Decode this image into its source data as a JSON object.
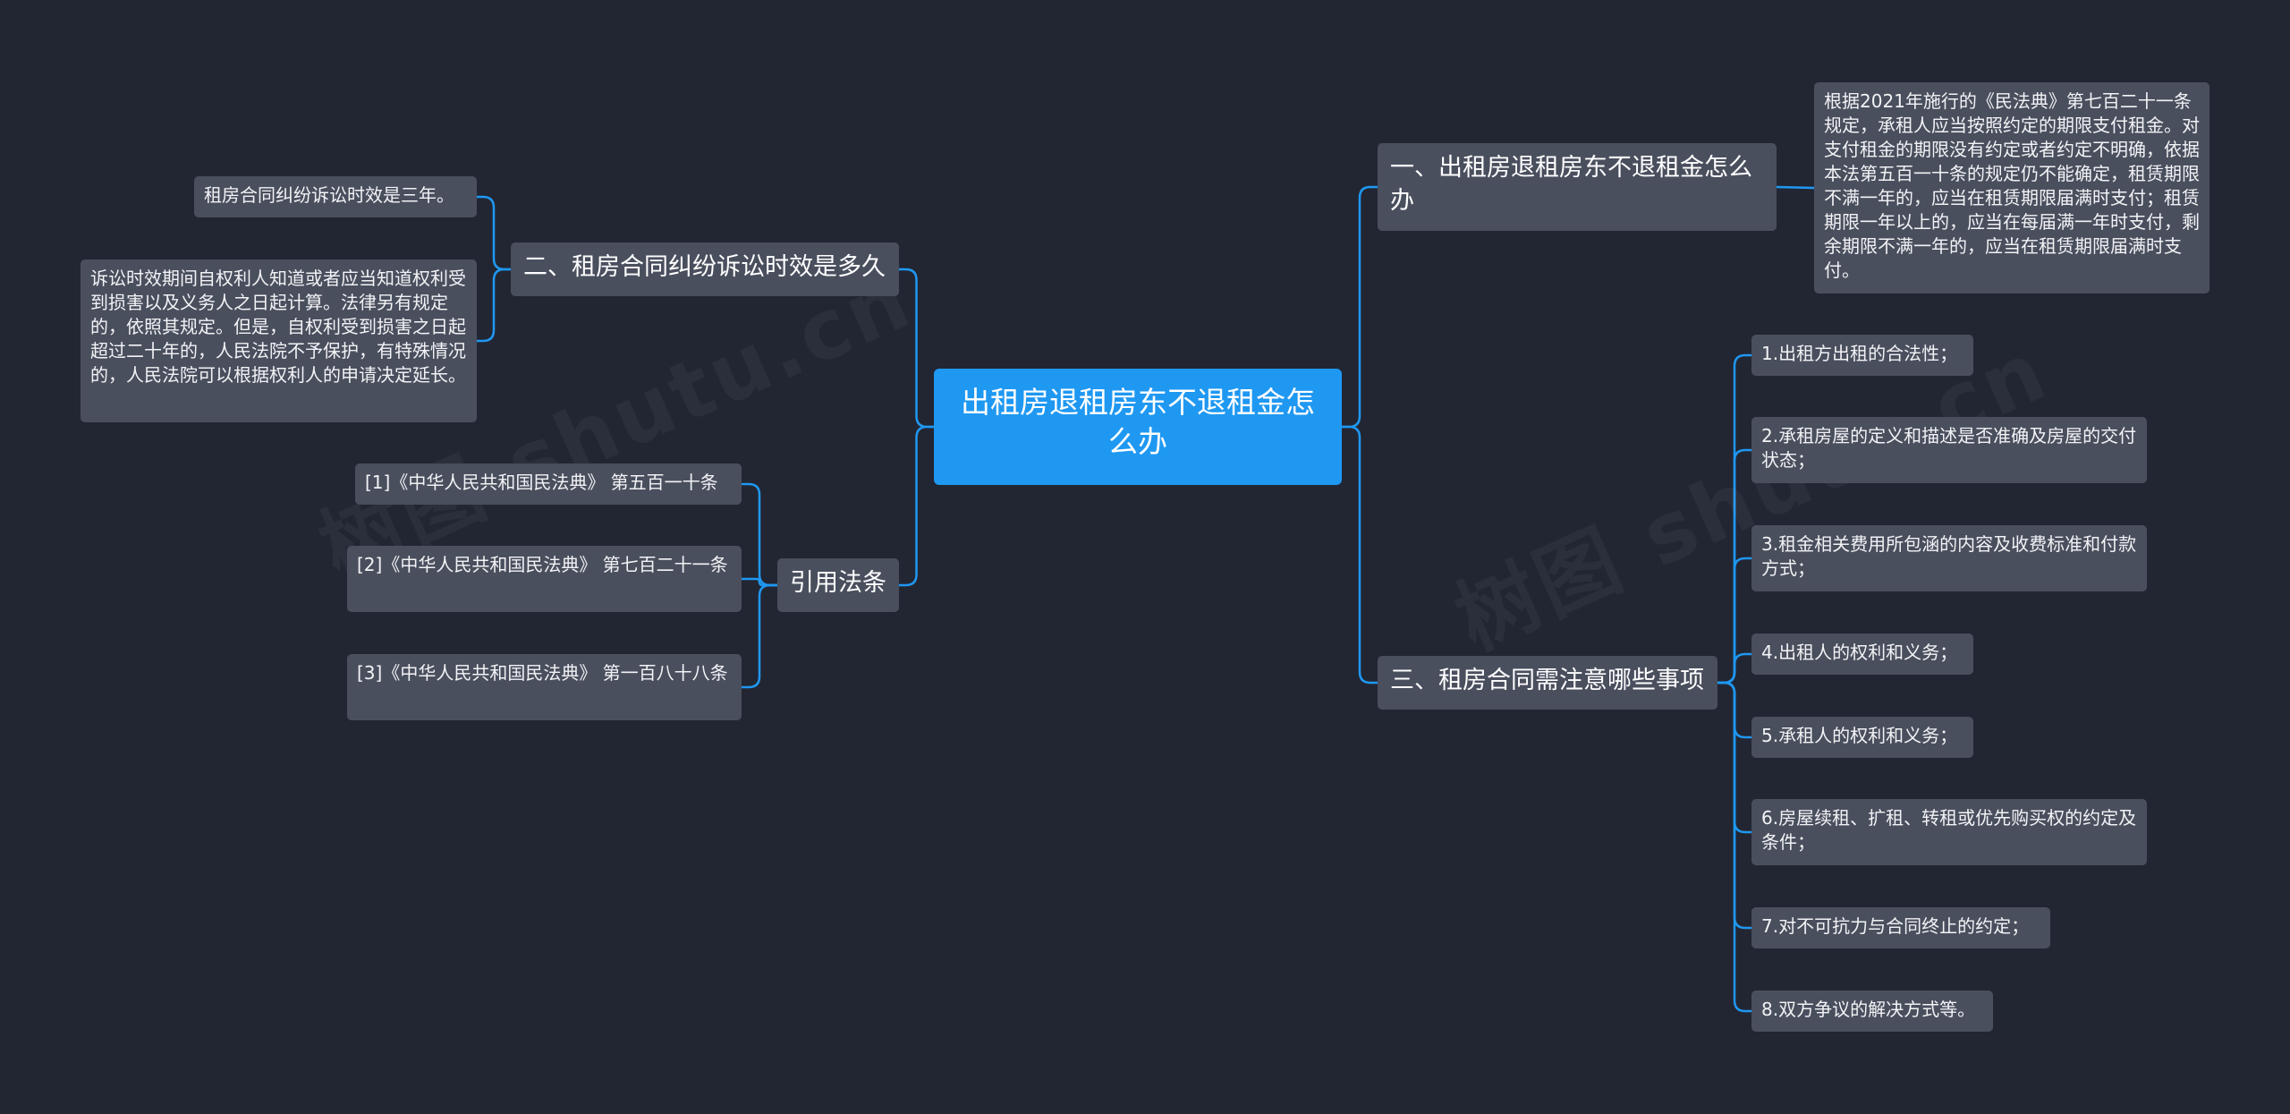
{
  "watermark": {
    "text": "树图 shutu.cn"
  },
  "colors": {
    "background": "#222633",
    "root": "#1f98f2",
    "node": "#4a4f5e",
    "link": "#1f98f2"
  },
  "root": {
    "label": "出租房退租房东不退租金怎么办"
  },
  "left": {
    "b2": {
      "label": "二、租房合同纠纷诉讼时效是多久",
      "items": [
        "租房合同纠纷诉讼时效是三年。",
        "诉讼时效期间自权利人知道或者应当知道权利受到损害以及义务人之日起计算。法律另有规定的，依照其规定。但是，自权利受到损害之日起超过二十年的，人民法院不予保护，有特殊情况的，人民法院可以根据权利人的申请决定延长。"
      ]
    },
    "refs": {
      "label": "引用法条",
      "items": [
        "[1]《中华人民共和国民法典》 第五百一十条",
        "[2]《中华人民共和国民法典》 第七百二十一条",
        "[3]《中华人民共和国民法典》 第一百八十八条"
      ]
    }
  },
  "right": {
    "b1": {
      "label": "一、出租房退租房东不退租金怎么办",
      "items": [
        "根据2021年施行的《民法典》第七百二十一条规定，承租人应当按照约定的期限支付租金。对支付租金的期限没有约定或者约定不明确，依据本法第五百一十条的规定仍不能确定，租赁期限不满一年的，应当在租赁期限届满时支付；租赁期限一年以上的，应当在每届满一年时支付，剩余期限不满一年的，应当在租赁期限届满时支付。"
      ]
    },
    "b3": {
      "label": "三、租房合同需注意哪些事项",
      "items": [
        "1.出租方出租的合法性；",
        "2.承租房屋的定义和描述是否准确及房屋的交付状态；",
        "3.租金相关费用所包涵的内容及收费标准和付款方式；",
        "4.出租人的权利和义务；",
        "5.承租人的权利和义务；",
        "6.房屋续租、扩租、转租或优先购买权的约定及条件；",
        "7.对不可抗力与合同终止的约定；",
        "8.双方争议的解决方式等。"
      ]
    }
  }
}
